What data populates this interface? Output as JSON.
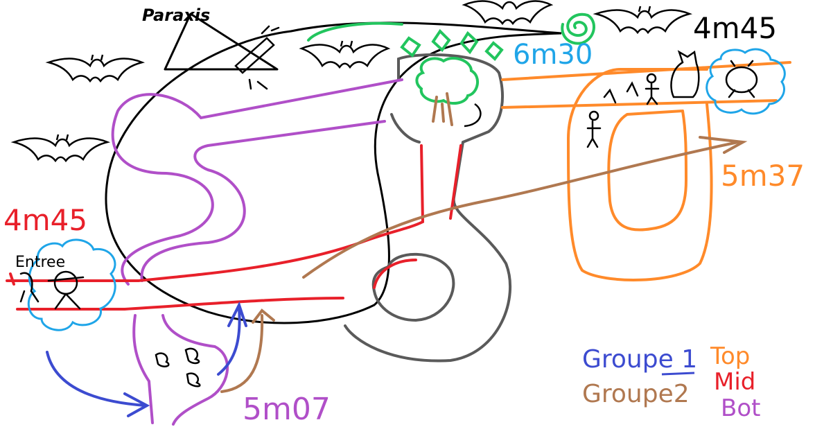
{
  "labels": {
    "paraxis": "Paraxis",
    "entree": "Entree",
    "time_top_right": "4m45",
    "time_left": "4m45",
    "time_green": "6m30",
    "time_orange": "5m37",
    "time_bottom": "5m07"
  },
  "legend": {
    "groupe1": "Groupe 1",
    "groupe2": "Groupe2",
    "top": "Top",
    "mid": "Mid",
    "bot": "Bot"
  },
  "colors": {
    "red": "#e8202a",
    "purple": "#b04fc8",
    "orange": "#ff8a2a",
    "brown": "#b07850",
    "grey": "#5a5a5a",
    "black": "#000000",
    "green": "#22c55e",
    "blue": "#1fa5e8",
    "group1_blue": "#3c4bd0"
  }
}
